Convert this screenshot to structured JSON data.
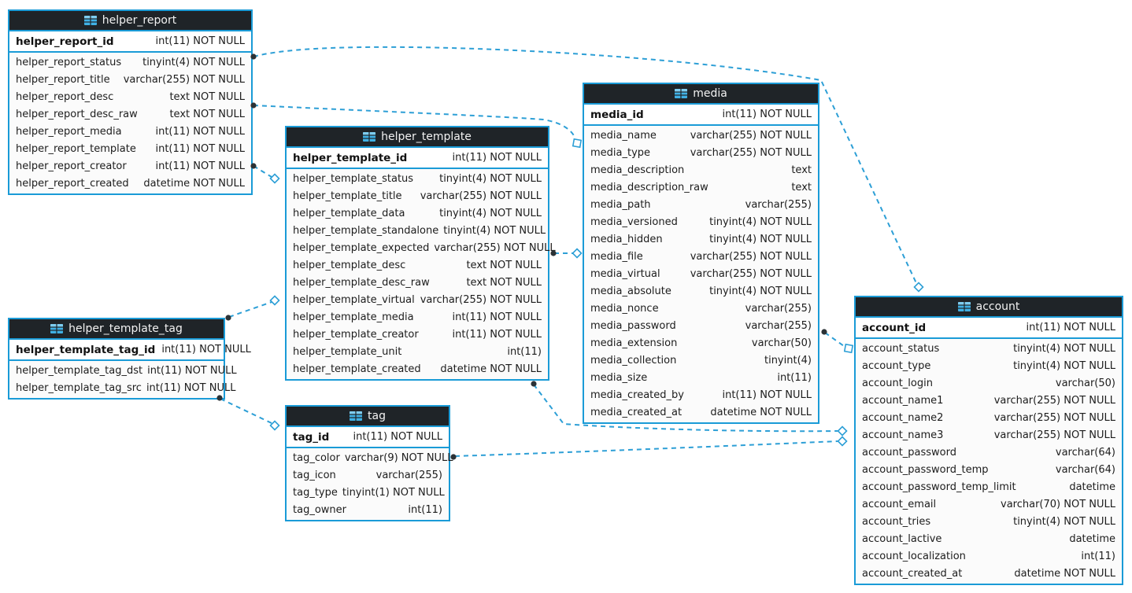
{
  "diagram": {
    "colors": {
      "table_border": "#1a9bd7",
      "header_bg": "#1f2428",
      "header_text": "#f2f2f2",
      "row_bg": "#fbfbfb",
      "pk_row_bg": "#ffffff",
      "relationship_line": "#2d9fd6",
      "endpoint_dot": "#2c3236",
      "icon_blue": "#3fb0e4",
      "canvas_bg": "#ffffff"
    },
    "tables": [
      {
        "id": "helper_report",
        "title": "helper_report",
        "pk": {
          "name": "helper_report_id",
          "type": "int(11) NOT NULL"
        },
        "columns": [
          {
            "name": "helper_report_status",
            "type": "tinyint(4) NOT NULL"
          },
          {
            "name": "helper_report_title",
            "type": "varchar(255) NOT NULL"
          },
          {
            "name": "helper_report_desc",
            "type": "text NOT NULL"
          },
          {
            "name": "helper_report_desc_raw",
            "type": "text NOT NULL"
          },
          {
            "name": "helper_report_media",
            "type": "int(11) NOT NULL"
          },
          {
            "name": "helper_report_template",
            "type": "int(11) NOT NULL"
          },
          {
            "name": "helper_report_creator",
            "type": "int(11) NOT NULL"
          },
          {
            "name": "helper_report_created",
            "type": "datetime NOT NULL"
          }
        ]
      },
      {
        "id": "helper_template",
        "title": "helper_template",
        "pk": {
          "name": "helper_template_id",
          "type": "int(11) NOT NULL"
        },
        "columns": [
          {
            "name": "helper_template_status",
            "type": "tinyint(4) NOT NULL"
          },
          {
            "name": "helper_template_title",
            "type": "varchar(255) NOT NULL"
          },
          {
            "name": "helper_template_data",
            "type": "tinyint(4) NOT NULL"
          },
          {
            "name": "helper_template_standalone",
            "type": "tinyint(4) NOT NULL"
          },
          {
            "name": "helper_template_expected",
            "type": "varchar(255) NOT NULL"
          },
          {
            "name": "helper_template_desc",
            "type": "text NOT NULL"
          },
          {
            "name": "helper_template_desc_raw",
            "type": "text NOT NULL"
          },
          {
            "name": "helper_template_virtual",
            "type": "varchar(255) NOT NULL"
          },
          {
            "name": "helper_template_media",
            "type": "int(11) NOT NULL"
          },
          {
            "name": "helper_template_creator",
            "type": "int(11) NOT NULL"
          },
          {
            "name": "helper_template_unit",
            "type": "int(11)"
          },
          {
            "name": "helper_template_created",
            "type": "datetime NOT NULL"
          }
        ]
      },
      {
        "id": "helper_template_tag",
        "title": "helper_template_tag",
        "pk": {
          "name": "helper_template_tag_id",
          "type": "int(11) NOT NULL"
        },
        "columns": [
          {
            "name": "helper_template_tag_dst",
            "type": "int(11) NOT NULL"
          },
          {
            "name": "helper_template_tag_src",
            "type": "int(11) NOT NULL"
          }
        ]
      },
      {
        "id": "tag",
        "title": "tag",
        "pk": {
          "name": "tag_id",
          "type": "int(11) NOT NULL"
        },
        "columns": [
          {
            "name": "tag_color",
            "type": "varchar(9) NOT NULL"
          },
          {
            "name": "tag_icon",
            "type": "varchar(255)"
          },
          {
            "name": "tag_type",
            "type": "tinyint(1) NOT NULL"
          },
          {
            "name": "tag_owner",
            "type": "int(11)"
          }
        ]
      },
      {
        "id": "media",
        "title": "media",
        "pk": {
          "name": "media_id",
          "type": "int(11) NOT NULL"
        },
        "columns": [
          {
            "name": "media_name",
            "type": "varchar(255) NOT NULL"
          },
          {
            "name": "media_type",
            "type": "varchar(255) NOT NULL"
          },
          {
            "name": "media_description",
            "type": "text"
          },
          {
            "name": "media_description_raw",
            "type": "text"
          },
          {
            "name": "media_path",
            "type": "varchar(255)"
          },
          {
            "name": "media_versioned",
            "type": "tinyint(4) NOT NULL"
          },
          {
            "name": "media_hidden",
            "type": "tinyint(4) NOT NULL"
          },
          {
            "name": "media_file",
            "type": "varchar(255) NOT NULL"
          },
          {
            "name": "media_virtual",
            "type": "varchar(255) NOT NULL"
          },
          {
            "name": "media_absolute",
            "type": "tinyint(4) NOT NULL"
          },
          {
            "name": "media_nonce",
            "type": "varchar(255)"
          },
          {
            "name": "media_password",
            "type": "varchar(255)"
          },
          {
            "name": "media_extension",
            "type": "varchar(50)"
          },
          {
            "name": "media_collection",
            "type": "tinyint(4)"
          },
          {
            "name": "media_size",
            "type": "int(11)"
          },
          {
            "name": "media_created_by",
            "type": "int(11) NOT NULL"
          },
          {
            "name": "media_created_at",
            "type": "datetime NOT NULL"
          }
        ]
      },
      {
        "id": "account",
        "title": "account",
        "pk": {
          "name": "account_id",
          "type": "int(11) NOT NULL"
        },
        "columns": [
          {
            "name": "account_status",
            "type": "tinyint(4) NOT NULL"
          },
          {
            "name": "account_type",
            "type": "tinyint(4) NOT NULL"
          },
          {
            "name": "account_login",
            "type": "varchar(50)"
          },
          {
            "name": "account_name1",
            "type": "varchar(255) NOT NULL"
          },
          {
            "name": "account_name2",
            "type": "varchar(255) NOT NULL"
          },
          {
            "name": "account_name3",
            "type": "varchar(255) NOT NULL"
          },
          {
            "name": "account_password",
            "type": "varchar(64)"
          },
          {
            "name": "account_password_temp",
            "type": "varchar(64)"
          },
          {
            "name": "account_password_temp_limit",
            "type": "datetime"
          },
          {
            "name": "account_email",
            "type": "varchar(70) NOT NULL"
          },
          {
            "name": "account_tries",
            "type": "tinyint(4) NOT NULL"
          },
          {
            "name": "account_lactive",
            "type": "datetime"
          },
          {
            "name": "account_localization",
            "type": "int(11)"
          },
          {
            "name": "account_created_at",
            "type": "datetime NOT NULL"
          }
        ]
      }
    ],
    "connections": [
      {
        "from": "helper_report",
        "to": "account"
      },
      {
        "from": "helper_report",
        "to": "media"
      },
      {
        "from": "helper_report",
        "to": "helper_template"
      },
      {
        "from": "helper_template",
        "to": "media"
      },
      {
        "from": "helper_template_tag",
        "to": "helper_template"
      },
      {
        "from": "helper_template_tag",
        "to": "tag"
      },
      {
        "from": "helper_template",
        "to": "account"
      },
      {
        "from": "tag",
        "to": "account"
      },
      {
        "from": "media",
        "to": "account"
      }
    ]
  }
}
